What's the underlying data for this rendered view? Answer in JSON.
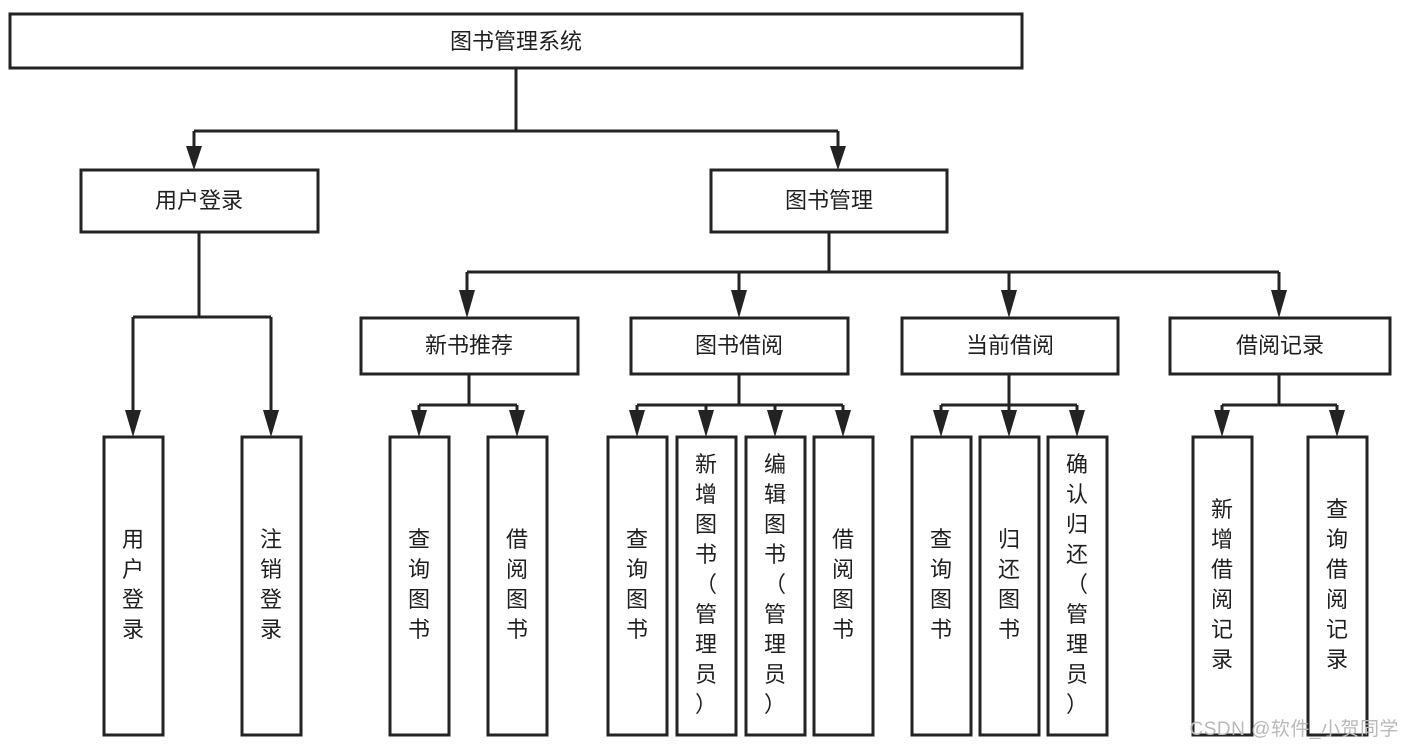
{
  "diagram": {
    "type": "tree",
    "title": "图书管理系统",
    "watermark": "CSDN @软件_小贺同学",
    "colors": {
      "box_stroke": "#232323",
      "box_fill": "#ffffff",
      "text": "#1f1f1f",
      "watermark": "#b9b9b9",
      "background": "#ffffff"
    },
    "nodes": {
      "root": {
        "label": "图书管理系统"
      },
      "level2": [
        {
          "id": "user-login",
          "label": "用户登录"
        },
        {
          "id": "book-management",
          "label": "图书管理"
        }
      ],
      "level3": [
        {
          "id": "new-book-recommend",
          "label": "新书推荐"
        },
        {
          "id": "book-borrow",
          "label": "图书借阅"
        },
        {
          "id": "current-borrow",
          "label": "当前借阅"
        },
        {
          "id": "borrow-record",
          "label": "借阅记录"
        }
      ],
      "leaves": {
        "user_login": [
          {
            "id": "leaf-user-login",
            "label": "用户登录"
          },
          {
            "id": "leaf-logout-login",
            "label": "注销登录"
          }
        ],
        "new_book_recommend": [
          {
            "id": "leaf-query-book-1",
            "label": "查询图书"
          },
          {
            "id": "leaf-borrow-book-1",
            "label": "借阅图书"
          }
        ],
        "book_borrow": [
          {
            "id": "leaf-query-book-2",
            "label": "查询图书"
          },
          {
            "id": "leaf-add-book",
            "label": "新增图书（管理员）"
          },
          {
            "id": "leaf-edit-book",
            "label": "编辑图书（管理员）"
          },
          {
            "id": "leaf-borrow-book-2",
            "label": "借阅图书"
          }
        ],
        "current_borrow": [
          {
            "id": "leaf-query-book-3",
            "label": "查询图书"
          },
          {
            "id": "leaf-return-book",
            "label": "归还图书"
          },
          {
            "id": "leaf-confirm-return",
            "label": "确认归还（管理员）"
          }
        ],
        "borrow_record": [
          {
            "id": "leaf-add-record",
            "label": "新增借阅记录"
          },
          {
            "id": "leaf-query-record",
            "label": "查询借阅记录"
          }
        ]
      }
    }
  }
}
